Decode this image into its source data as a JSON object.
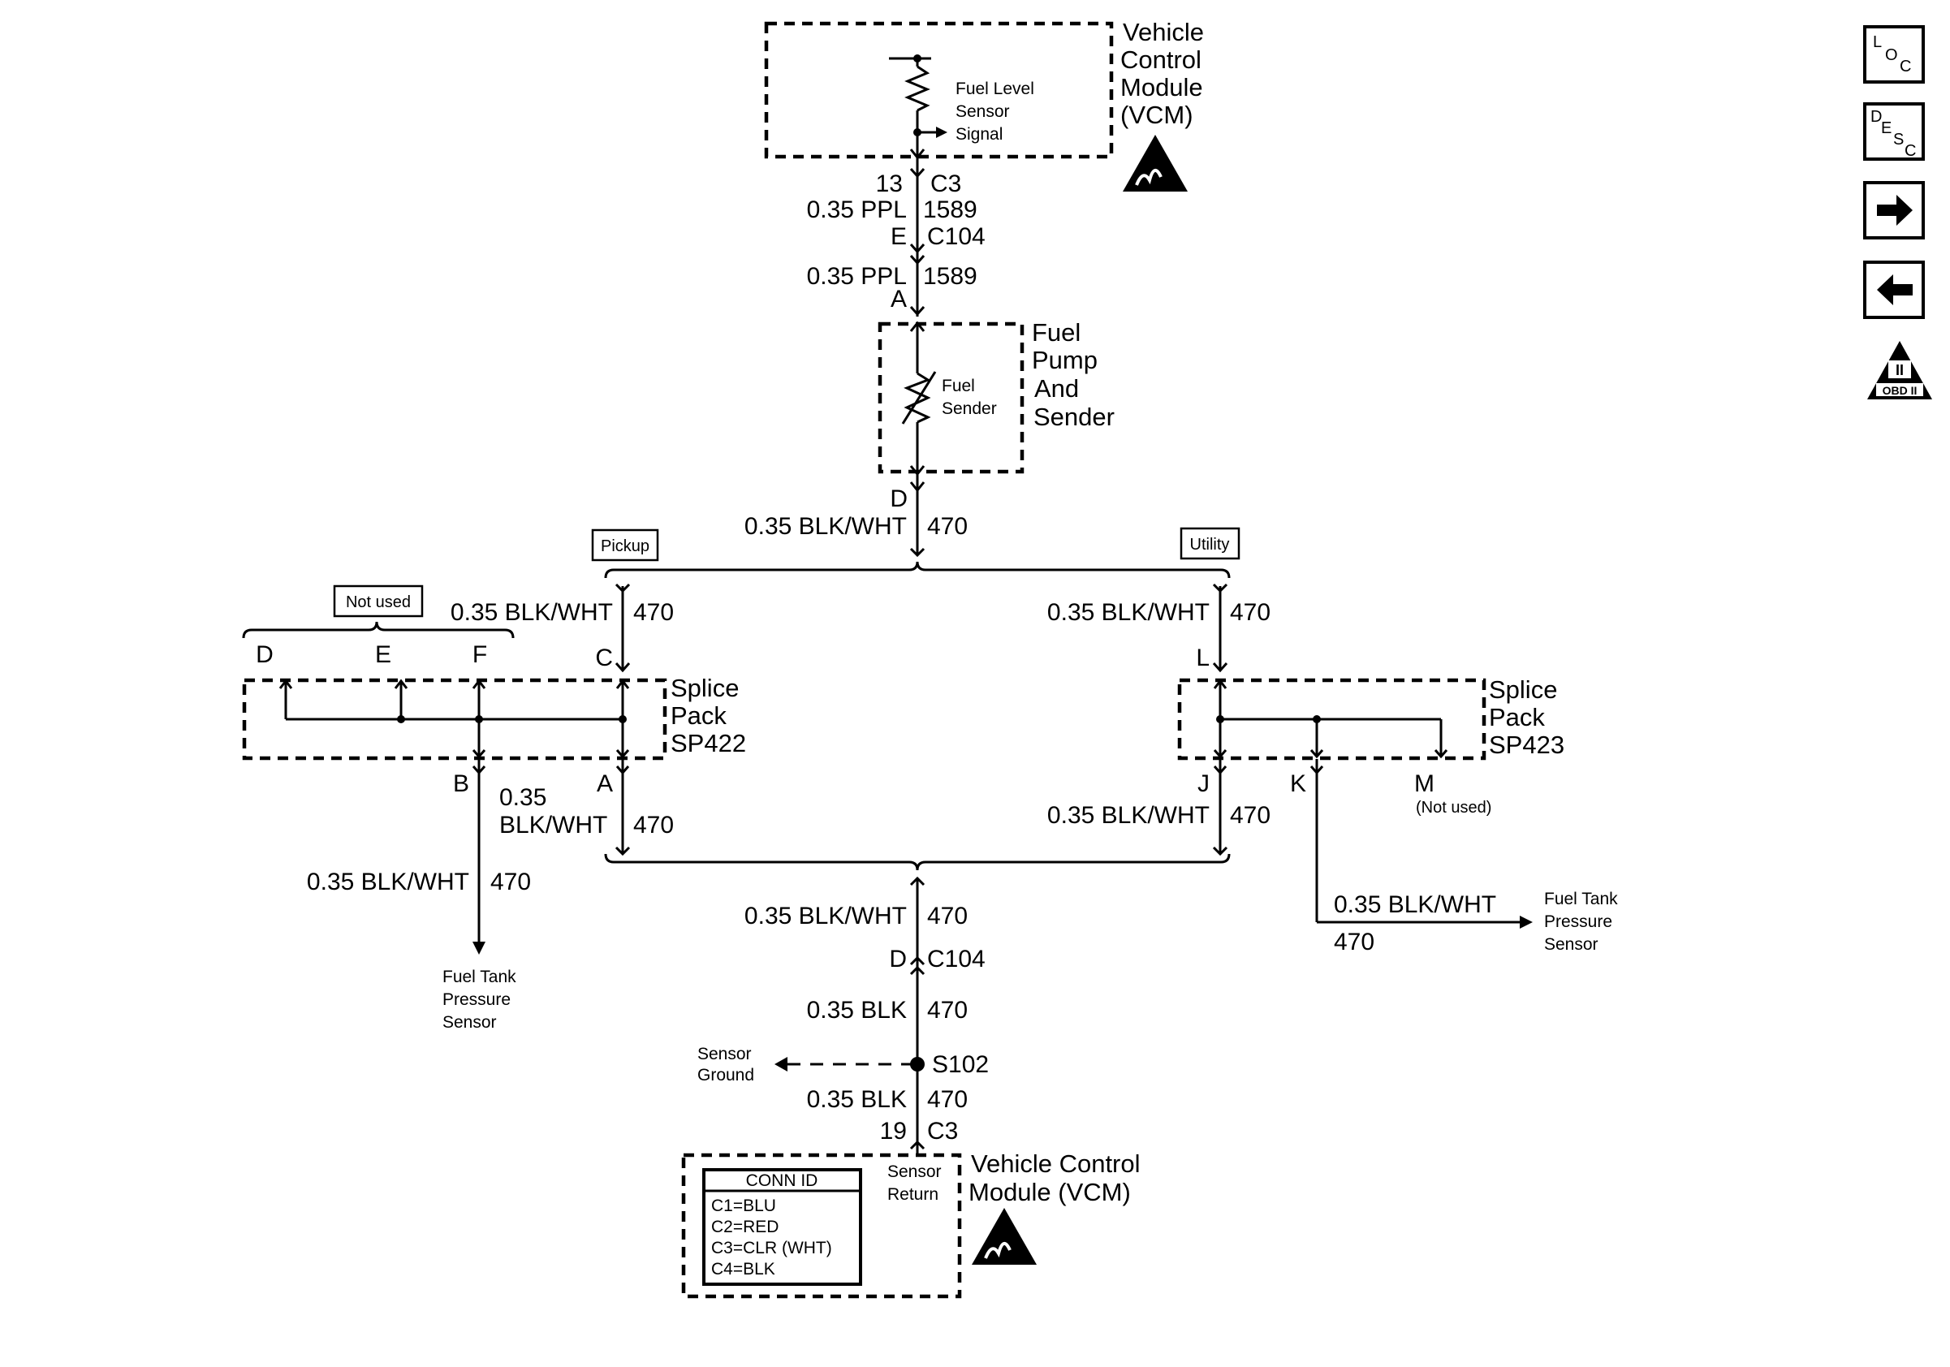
{
  "top_vcm": {
    "title_lines": [
      "Vehicle",
      "Control",
      "Module",
      "(VCM)"
    ],
    "signal_lines": [
      "Fuel Level",
      "Sensor",
      "Signal"
    ]
  },
  "upper_circuit": {
    "pin_13": "13",
    "conn_c3": "C3",
    "wire_1": "0.35 PPL",
    "circuit_1": "1589",
    "pin_e": "E",
    "conn_c104": "C104",
    "wire_2": "0.35 PPL",
    "circuit_2": "1589",
    "pin_a": "A"
  },
  "fuel_pump": {
    "title_lines": [
      "Fuel",
      "Pump",
      "And",
      "Sender"
    ],
    "sender_lines": [
      "Fuel",
      "Sender"
    ],
    "pin_d": "D",
    "wire": "0.35 BLK/WHT",
    "circuit": "470"
  },
  "options": {
    "pickup": "Pickup",
    "utility": "Utility",
    "not_used": "Not used"
  },
  "sp422": {
    "title_lines": [
      "Splice",
      "Pack",
      "SP422"
    ],
    "pins_top": [
      "D",
      "E",
      "F",
      "C"
    ],
    "in_wire": "0.35 BLK/WHT",
    "in_circuit": "470",
    "pin_b": "B",
    "pin_a": "A",
    "out_wire_a_lines": [
      "0.35",
      "BLK/WHT"
    ],
    "out_circuit_a": "470",
    "out_wire_b": "0.35 BLK/WHT",
    "out_circuit_b": "470",
    "dest_lines": [
      "Fuel Tank",
      "Pressure",
      "Sensor"
    ]
  },
  "sp423": {
    "title_lines": [
      "Splice",
      "Pack",
      "SP423"
    ],
    "pin_l": "L",
    "in_wire": "0.35 BLK/WHT",
    "in_circuit": "470",
    "pin_j": "J",
    "pin_k": "K",
    "pin_m": "M",
    "m_note": "(Not used)",
    "out_wire_j": "0.35 BLK/WHT",
    "out_circuit_j": "470",
    "out_wire_k": "0.35 BLK/WHT",
    "out_circuit_k": "470",
    "dest_lines": [
      "Fuel Tank",
      "Pressure",
      "Sensor"
    ]
  },
  "lower_circuit": {
    "wire_1": "0.35 BLK/WHT",
    "circuit_1": "470",
    "pin_d": "D",
    "conn_c104": "C104",
    "wire_2": "0.35 BLK",
    "circuit_2": "470",
    "splice": "S102",
    "ground_lines": [
      "Sensor",
      "Ground"
    ],
    "wire_3": "0.35 BLK",
    "circuit_3": "470",
    "pin_19": "19",
    "conn_c3": "C3"
  },
  "bottom_vcm": {
    "title_lines": [
      "Vehicle Control",
      "Module (VCM)"
    ],
    "return_lines": [
      "Sensor",
      "Return"
    ],
    "conn_id": {
      "header": "CONN ID",
      "rows": [
        "C1=BLU",
        "C2=RED",
        "C3=CLR (WHT)",
        "C4=BLK"
      ]
    }
  },
  "sidebar": {
    "loc_letters": [
      "L",
      "O",
      "C"
    ],
    "desc_letters": [
      "D",
      "E",
      "S",
      "C"
    ],
    "obd_label": "OBD II",
    "obd_numeral": "II",
    "icons": [
      "location-icon",
      "description-icon",
      "forward-arrow-icon",
      "back-arrow-icon",
      "obd-ii-icon"
    ]
  }
}
